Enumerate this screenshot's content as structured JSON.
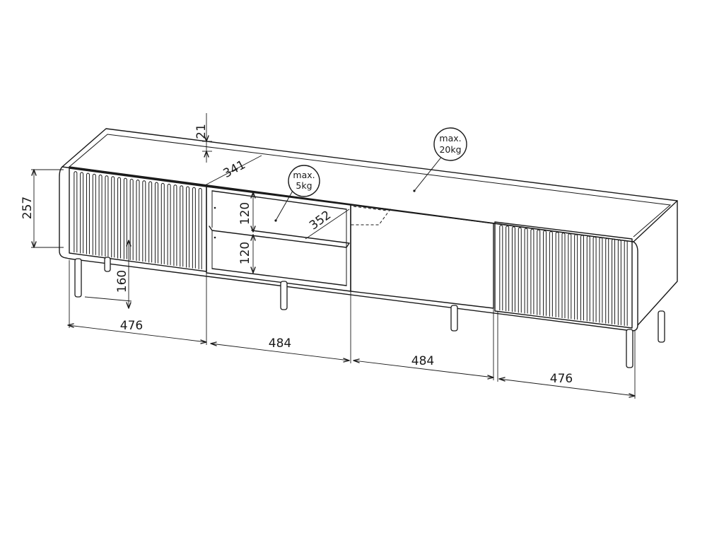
{
  "dimensions": {
    "top_thickness": "21",
    "depth_top": "341",
    "height_door": "257",
    "shelf_upper": "120",
    "shelf_lower": "120",
    "shelf_depth": "352",
    "leg_height": "160",
    "width_left": "476",
    "width_mid_left": "484",
    "width_mid_right": "484",
    "width_right": "476"
  },
  "loads": {
    "shelf": {
      "line1": "max.",
      "line2": "5kg"
    },
    "top": {
      "line1": "max.",
      "line2": "20kg"
    }
  }
}
